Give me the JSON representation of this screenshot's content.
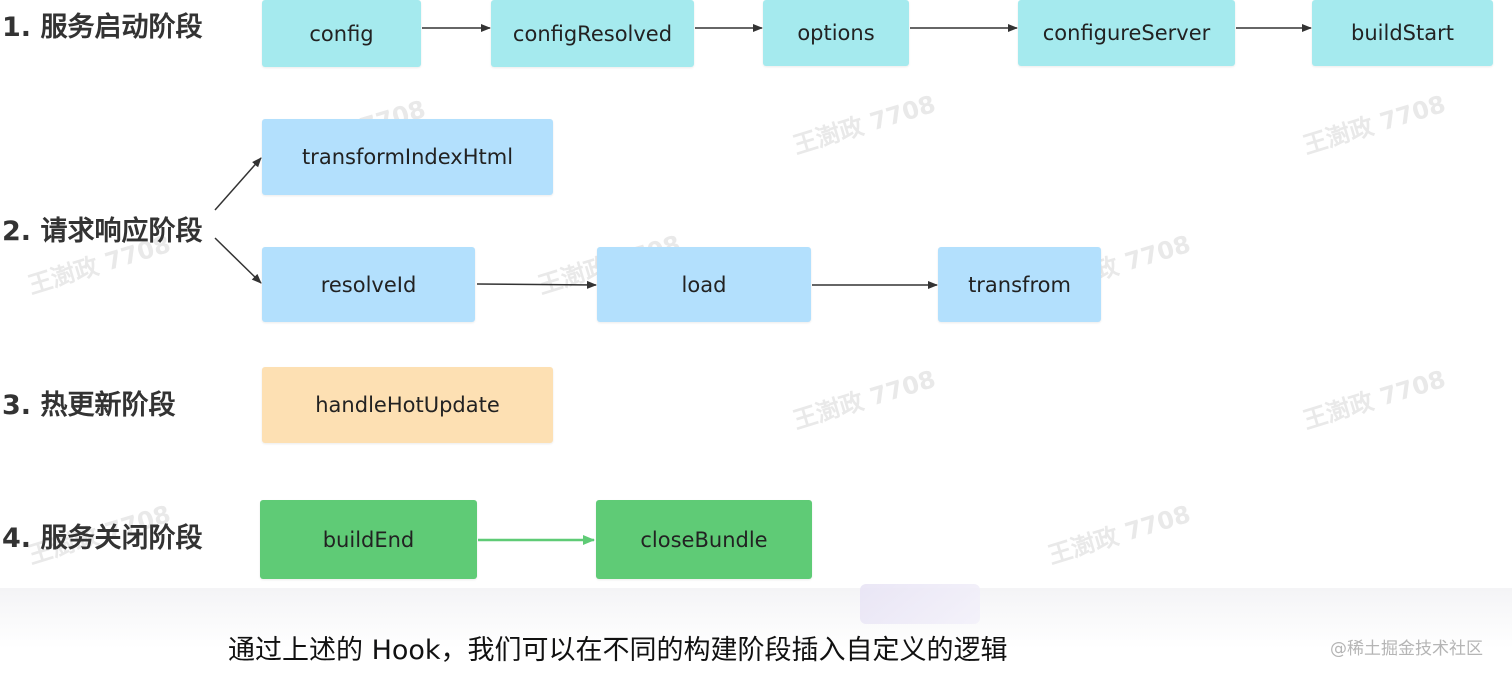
{
  "stages": [
    {
      "label": "1. 服务启动阶段",
      "color": "#a5eaee"
    },
    {
      "label": "2. 请求响应阶段",
      "color": "#b3e0fd"
    },
    {
      "label": "3. 热更新阶段",
      "color": "#fde0b3"
    },
    {
      "label": "4. 服务关闭阶段",
      "color": "#5fcb76"
    }
  ],
  "hooks": {
    "config": "config",
    "configResolved": "configResolved",
    "options": "options",
    "configureServer": "configureServer",
    "buildStart": "buildStart",
    "transformIndexHtml": "transformIndexHtml",
    "resolveId": "resolveId",
    "load": "load",
    "transfrom": "transfrom",
    "handleHotUpdate": "handleHotUpdate",
    "buildEnd": "buildEnd",
    "closeBundle": "closeBundle"
  },
  "watermark": "王澍政 7708",
  "caption": "通过上述的 Hook，我们可以在不同的构建阶段插入自定义的逻辑",
  "brand": "@稀土掘金技术社区",
  "colors": {
    "arrow": "#333333",
    "arrow_green": "#5fcb76"
  }
}
